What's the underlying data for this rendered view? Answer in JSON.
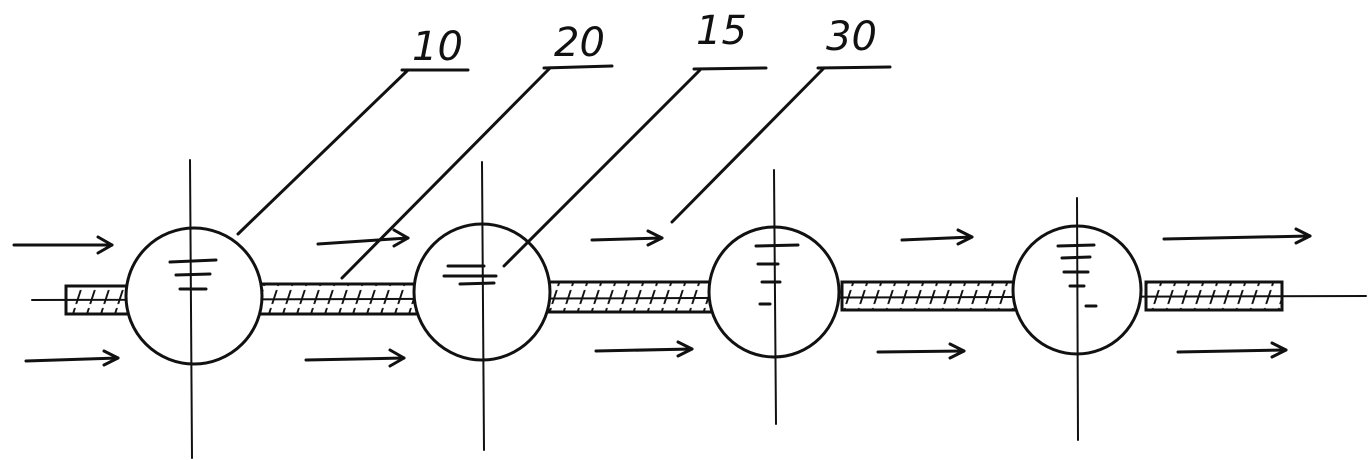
{
  "labels": [
    {
      "id": "label-10",
      "text": "10"
    },
    {
      "id": "label-20",
      "text": "20"
    },
    {
      "id": "label-15",
      "text": "15"
    },
    {
      "id": "label-30",
      "text": "30"
    }
  ],
  "colors": {
    "ink": "#111111",
    "background": "#ffffff"
  }
}
